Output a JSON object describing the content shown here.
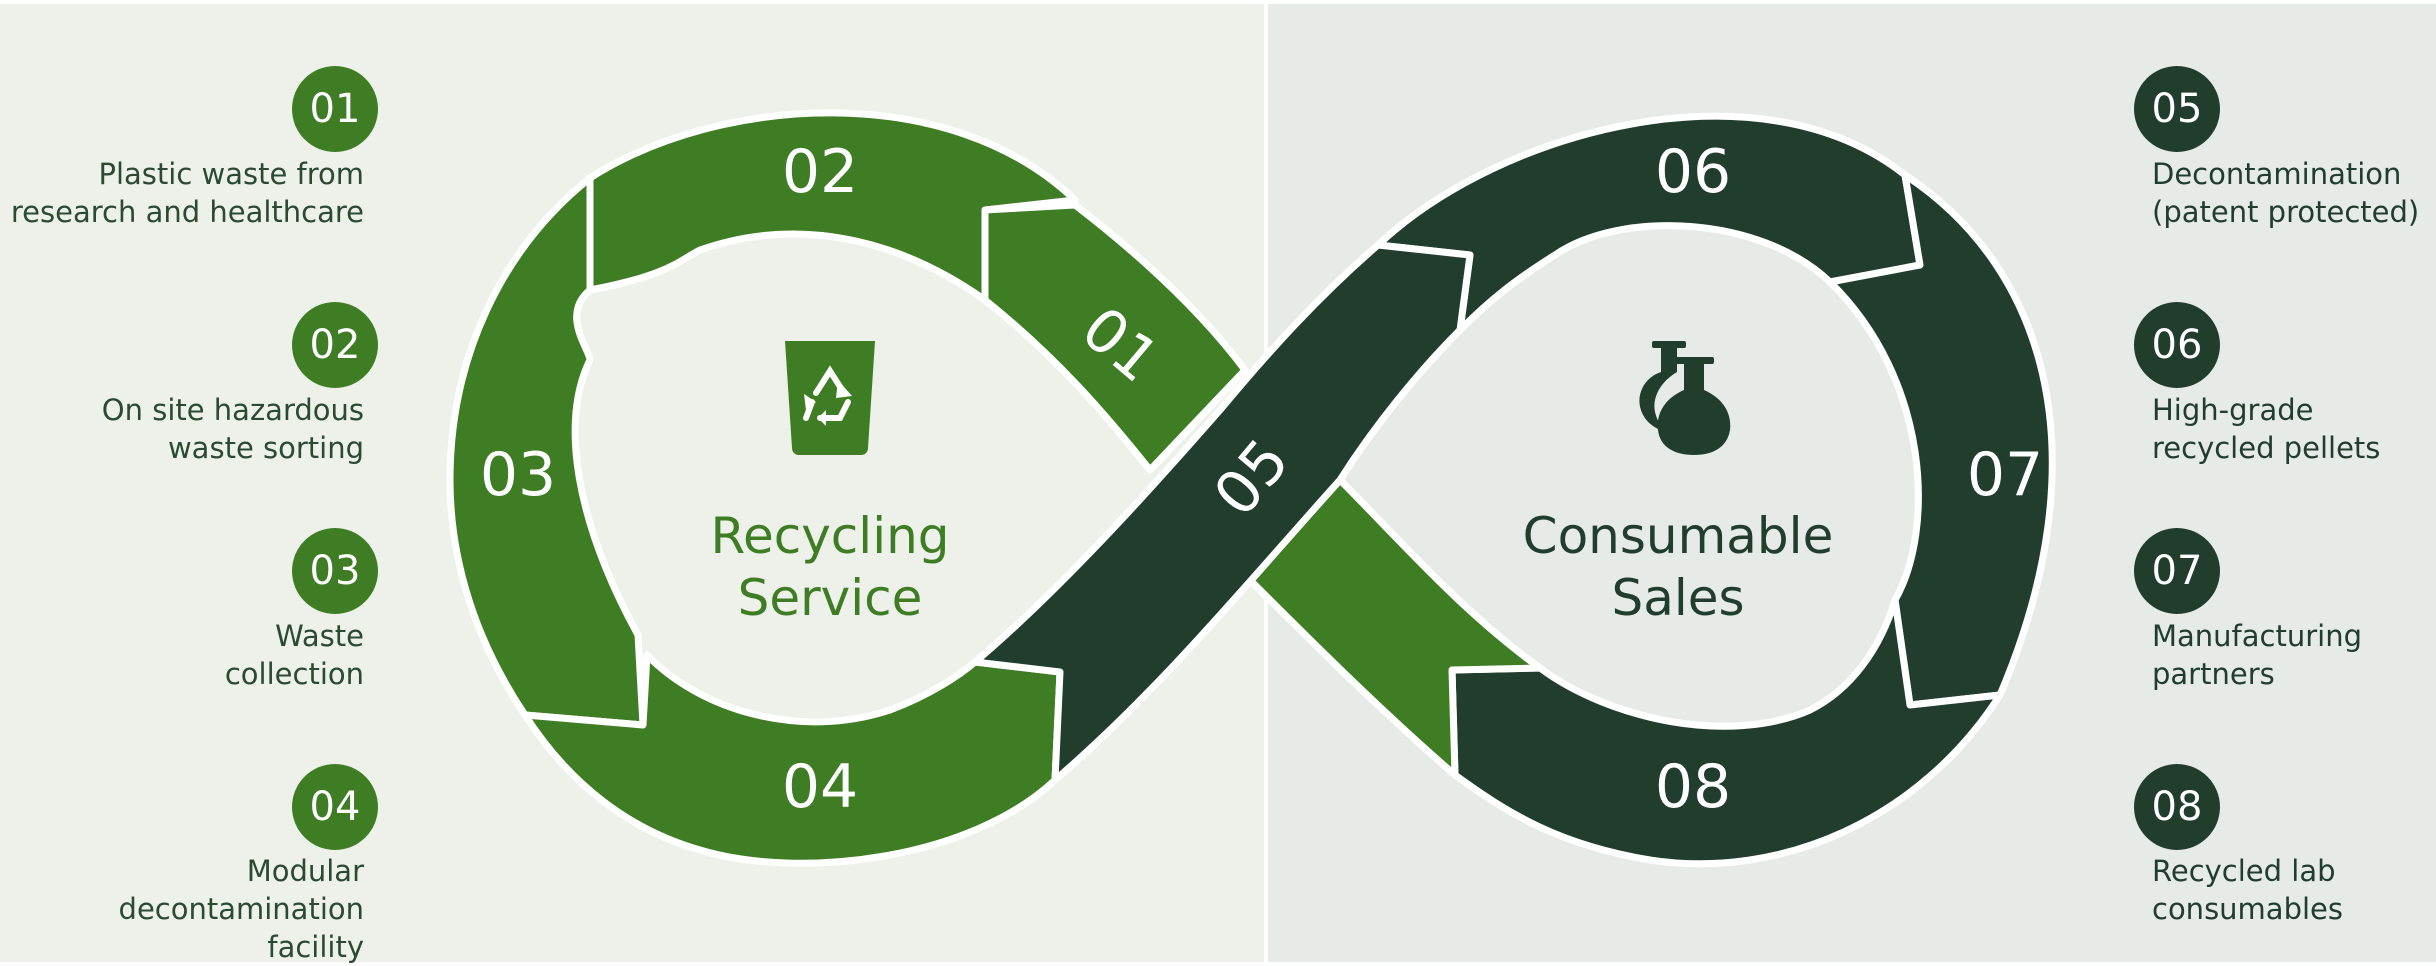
{
  "colors": {
    "green": "#3E7D23",
    "dark": "#213D2E",
    "left_bg": "#EDF1EA",
    "right_bg": "#E6EBE8"
  },
  "left_cycle": {
    "title_lines": [
      "Recycling",
      "Service"
    ],
    "icon": "recycle-bin-icon",
    "segments": [
      "01",
      "02",
      "03",
      "04"
    ],
    "steps": [
      {
        "number": "01",
        "lines": [
          "Plastic waste from",
          "research and healthcare"
        ]
      },
      {
        "number": "02",
        "lines": [
          "On site hazardous",
          "waste sorting"
        ]
      },
      {
        "number": "03",
        "lines": [
          "Waste",
          "collection"
        ]
      },
      {
        "number": "04",
        "lines": [
          "Modular",
          "decontamination",
          "facility"
        ]
      }
    ]
  },
  "right_cycle": {
    "title_lines": [
      "Consumable",
      "Sales"
    ],
    "icon": "lab-flask-icon",
    "segments": [
      "05",
      "06",
      "07",
      "08"
    ],
    "steps": [
      {
        "number": "05",
        "lines": [
          "Decontamination",
          "(patent protected)"
        ]
      },
      {
        "number": "06",
        "lines": [
          "High-grade",
          "recycled pellets"
        ]
      },
      {
        "number": "07",
        "lines": [
          "Manufacturing",
          "partners"
        ]
      },
      {
        "number": "08",
        "lines": [
          "Recycled lab",
          "consumables"
        ]
      }
    ]
  }
}
